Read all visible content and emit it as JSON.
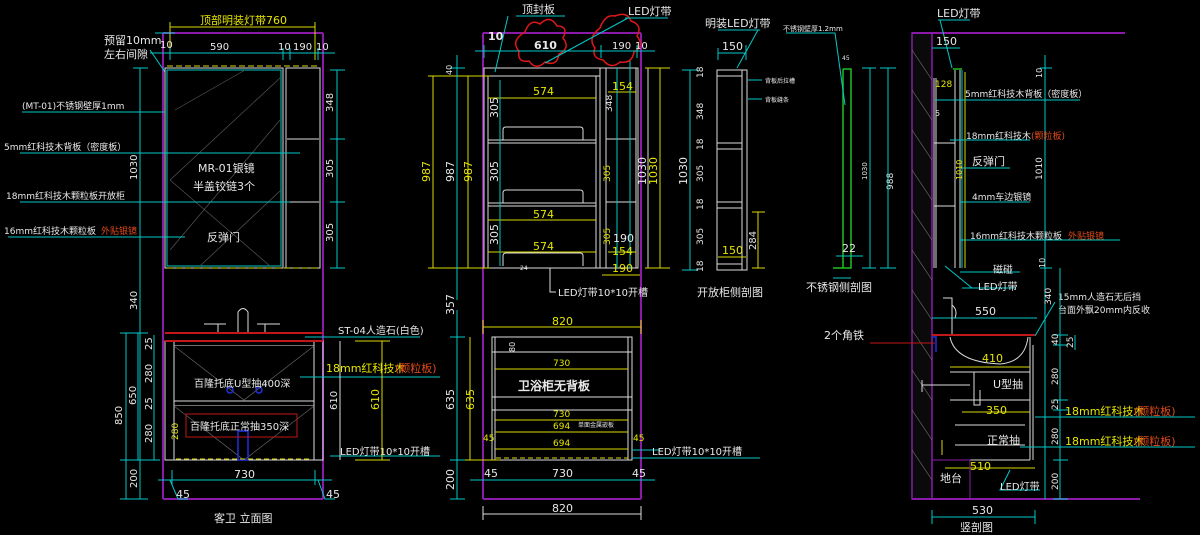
{
  "colors": {
    "background": "#000000",
    "dimension": "#00c8c8",
    "annotation_yellow": "#e6e600",
    "outline": "#8a1aa8",
    "countertop": "#c01818",
    "highlight": "#e04a1a"
  },
  "elevation": {
    "title": "客卫 立面图",
    "top_led": "顶部明装灯带760",
    "reserve_1": "预留10mm",
    "reserve_2": "左右间隙",
    "top_dims": [
      "10",
      "10",
      "590",
      "10",
      "190",
      "10"
    ],
    "left_labels": [
      "(MT-01)不锈钢壁厚1mm",
      "5mm红科技木背板（密度板）",
      "18mm红科技木颗粒板开放柜"
    ],
    "door_label_1": "16mm红科技木颗粒板",
    "door_label_2": "外贴银镜",
    "mirror_1": "MR-01银镜",
    "mirror_2": "半盖铰链3个",
    "mirror_3": "反弹门",
    "right_dims": [
      "348",
      "305",
      "305"
    ],
    "height_dims": [
      "1030",
      "340",
      "850",
      "650",
      "25",
      "280",
      "25",
      "280",
      "200",
      "280"
    ],
    "stone": "ST-04人造石(白色)",
    "board_1": "18mm红科技木",
    "board_2": "(颗粒板)",
    "led": "LED灯带10*10开槽",
    "dim_610": [
      "610",
      "610"
    ],
    "drawer_u": "百隆托底U型抽400深",
    "drawer_n": "百隆托底正常抽350深",
    "width_730": "730",
    "side_45": [
      "45",
      "45"
    ]
  },
  "cabinet": {
    "top_panel": "顶封板",
    "led": "LED灯带",
    "top_dims": [
      "10",
      "610",
      "190",
      "10"
    ],
    "inner": [
      "574",
      "574",
      "574",
      "305",
      "305",
      "305",
      "154",
      "154",
      "348",
      "305",
      "305",
      "190",
      "190",
      "24"
    ],
    "left_dims": [
      "40",
      "987",
      "987",
      "987"
    ],
    "right_dims": [
      "1030",
      "1030"
    ],
    "led_upper": "LED灯带10*10开槽",
    "lower_width": "820",
    "lower_80": "80",
    "no_back": "卫浴柜无背板",
    "lower_inner": [
      "730",
      "730",
      "694",
      "694",
      "45",
      "45"
    ],
    "metal_strip": "单面金属嵌板",
    "heights": [
      "357",
      "635",
      "635",
      "200"
    ],
    "bottom_dims": [
      "45",
      "730",
      "45"
    ],
    "bottom_820": "820",
    "led_lower": "LED灯带10*10开槽"
  },
  "open_shelf": {
    "led": "明装LED灯带",
    "width": "150",
    "dims": [
      "18",
      "348",
      "18",
      "305",
      "18",
      "305",
      "18"
    ],
    "total": "1030",
    "dim_284": "284",
    "width_bottom": "150",
    "back_notes": [
      "背板后拉槽",
      "背板缝条"
    ],
    "title": "开放柜侧剖图"
  },
  "steel": {
    "note": "不锈钢壁厚1.2mm",
    "total": "1030",
    "dim_22": "22",
    "dim_45": "45",
    "title": "不锈钢侧剖图"
  },
  "section": {
    "led_top": "LED灯带",
    "w150": "150",
    "w128": "128",
    "labels": [
      "5mm红科技木背板（密度板）",
      "18mm红科技木",
      "反弹门",
      "4mm车边银镜",
      "16mm红科技木颗粒板"
    ],
    "red_1": "(颗粒板)",
    "red_2": "外贴银镜",
    "dims_upper": [
      "988",
      "1010",
      "1010",
      "10",
      "5"
    ],
    "magnet": "磁碰",
    "led_mid": "LED灯带",
    "stone_1": "15mm人造石无后挡",
    "stone_2": "台面外飘20mm内反收",
    "angle_iron": "2个角铁",
    "w550": "550",
    "w410": "410",
    "u_drawer": "U型抽",
    "w350": "350",
    "normal_drawer": "正常抽",
    "w510": "510",
    "plinth": "地台",
    "led_bottom": "LED灯带",
    "w530": "530",
    "board_a": "18mm红科技木",
    "board_a_red": "(颗粒板)",
    "board_b": "18mm红科技木",
    "board_b_red": "(颗粒板)",
    "right_dims": [
      "340",
      "40",
      "25",
      "280",
      "25",
      "280",
      "200",
      "10"
    ],
    "title": "竖剖图"
  }
}
